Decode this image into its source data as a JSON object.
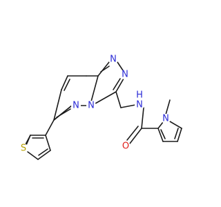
{
  "molecule": {
    "atoms": [
      {
        "id": "S",
        "text": "S",
        "color": "#b8a000"
      },
      {
        "id": "N1",
        "text": "N",
        "color": "#2b2bd6"
      },
      {
        "id": "N2",
        "text": "N",
        "color": "#2b2bd6"
      },
      {
        "id": "N3",
        "text": "N",
        "color": "#2b2bd6"
      },
      {
        "id": "N4",
        "text": "N",
        "color": "#2b2bd6"
      },
      {
        "id": "NH",
        "text": "N",
        "color": "#2b2bd6"
      },
      {
        "id": "H",
        "text": "H",
        "color": "#2b2bd6"
      },
      {
        "id": "O",
        "text": "O",
        "color": "#e0201b"
      },
      {
        "id": "N5",
        "text": "N",
        "color": "#2b2bd6"
      }
    ],
    "bond_color": "#1a1a1a"
  }
}
